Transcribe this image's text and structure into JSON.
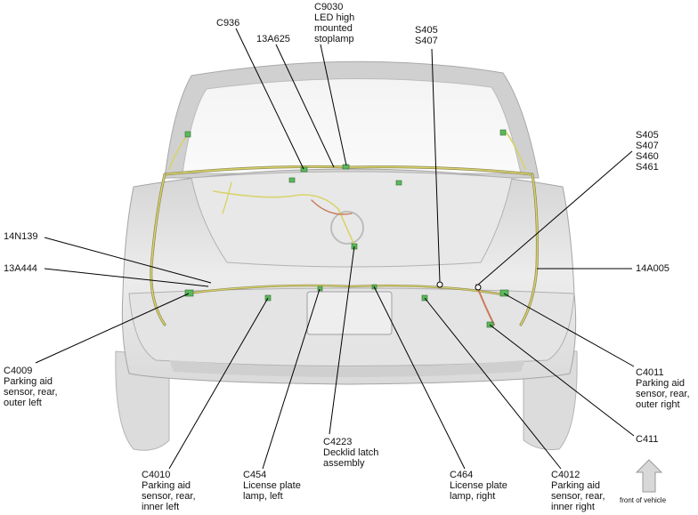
{
  "labels": {
    "c936": [
      "C936"
    ],
    "a13625": [
      "13A625"
    ],
    "c9030": [
      "C9030",
      "LED high",
      "mounted",
      "stoplamp"
    ],
    "s405_top": [
      "S405",
      "S407"
    ],
    "s405_right": [
      "S405",
      "S407",
      "S460",
      "S461"
    ],
    "n14139": [
      "14N139"
    ],
    "a13444": [
      "13A444"
    ],
    "a14005": [
      "14A005"
    ],
    "c4009": [
      "C4009",
      "Parking aid",
      "sensor, rear,",
      "outer left"
    ],
    "c4011": [
      "C4011",
      "Parking aid",
      "sensor, rear,",
      "outer right"
    ],
    "c411": [
      "C411"
    ],
    "c4010": [
      "C4010",
      "Parking aid",
      "sensor, rear,",
      "inner left"
    ],
    "c454": [
      "C454",
      "License plate",
      "lamp, left"
    ],
    "c4223": [
      "C4223",
      "Decklid latch",
      "assembly"
    ],
    "c464": [
      "C464",
      "License plate",
      "lamp, right"
    ],
    "c4012": [
      "C4012",
      "Parking aid",
      "sensor, rear,",
      "inner right"
    ]
  },
  "front_of_vehicle": "front of vehicle",
  "colors": {
    "body_fill": "#e2e2e2",
    "body_shade": "#c8c8c8",
    "harness": "#d9d36a",
    "harness_dark": "#8f8a55",
    "connector": "#5cb85c",
    "accent": "#c97b5a",
    "leader": "#000000"
  }
}
